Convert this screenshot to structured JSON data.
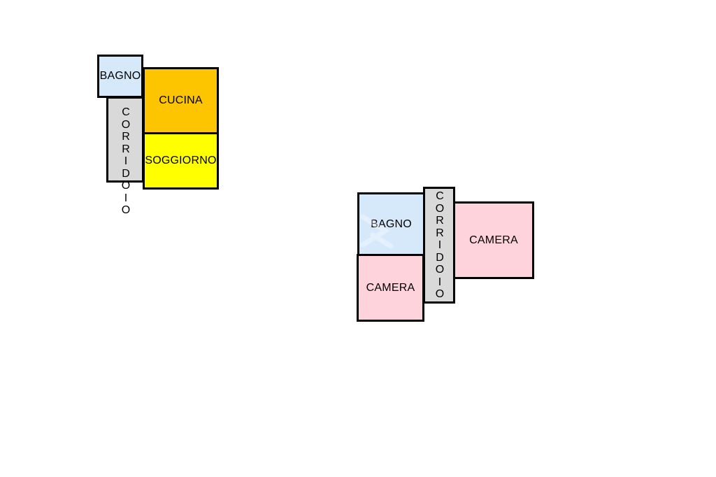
{
  "colors": {
    "bagno": "#d6e9fb",
    "corridoio": "#d9d9d9",
    "cucina": "#fdc400",
    "soggiorno": "#ffff00",
    "camera": "#ffd3dc",
    "border": "#000000"
  },
  "unit1": {
    "bagno": "BAGNO",
    "cucina": "CUCINA",
    "soggiorno": "SOGGIORNO",
    "corridoio": [
      "C",
      "O",
      "R",
      "R",
      "I",
      "D",
      "O",
      "I",
      "O"
    ]
  },
  "unit2": {
    "bagno": "BAGNO",
    "camera_left": "CAMERA",
    "camera_right": "CAMERA",
    "corridoio": [
      "C",
      "O",
      "R",
      "R",
      "I",
      "D",
      "O",
      "I",
      "O"
    ]
  }
}
